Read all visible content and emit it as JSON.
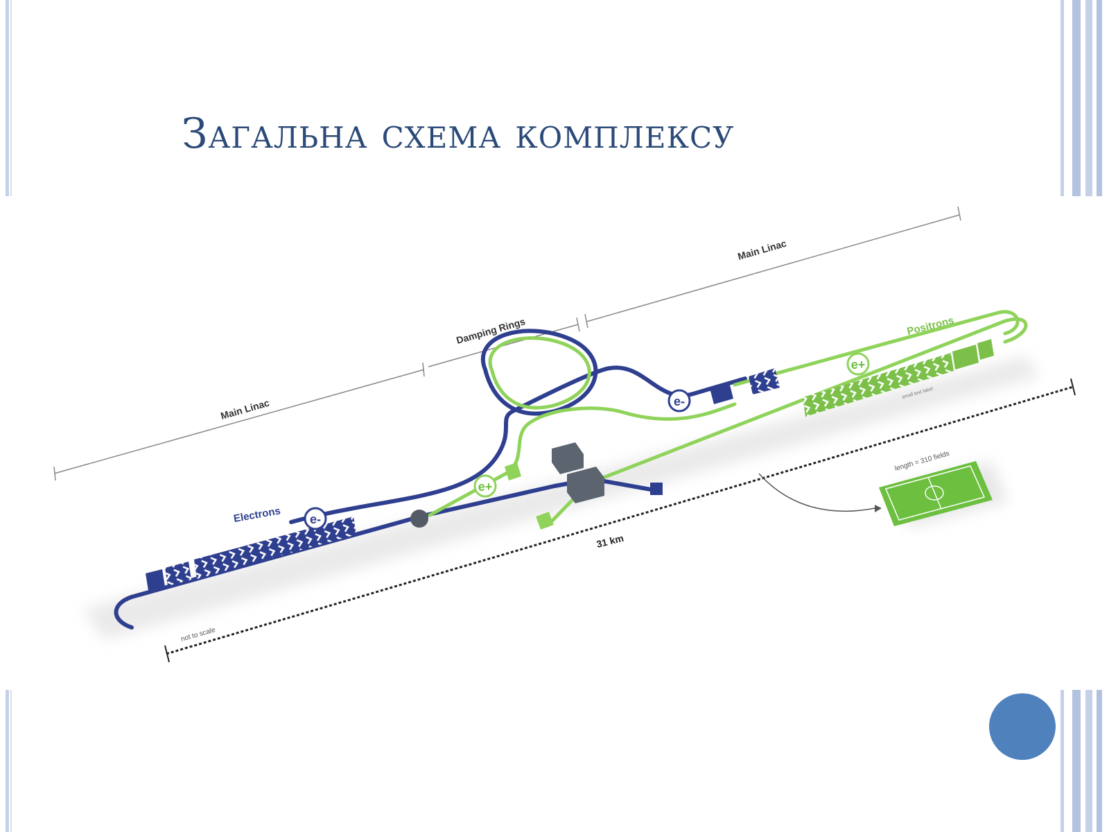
{
  "slide": {
    "title": "Загальна схема комплексу"
  },
  "diagram": {
    "labels": {
      "main_linac_left": "Main Linac",
      "damping_rings": "Damping Rings",
      "main_linac_right": "Main Linac",
      "electrons": "Electrons",
      "positrons": "Positrons",
      "length_total": "31 km",
      "not_to_scale": "not to scale",
      "field_length": "length = 310 fields",
      "small_note": "small text label",
      "electron_symbol": "e-",
      "positron_symbol": "e+"
    },
    "colors": {
      "electron_beam": "#2f3f8f",
      "positron_beam": "#8fd35a",
      "positron_block": "#7cc04a",
      "field": "#6cbf3f",
      "title": "#2c4a78",
      "accent_circle": "#4f81bd",
      "side_bars": "#b8c6e0"
    }
  }
}
